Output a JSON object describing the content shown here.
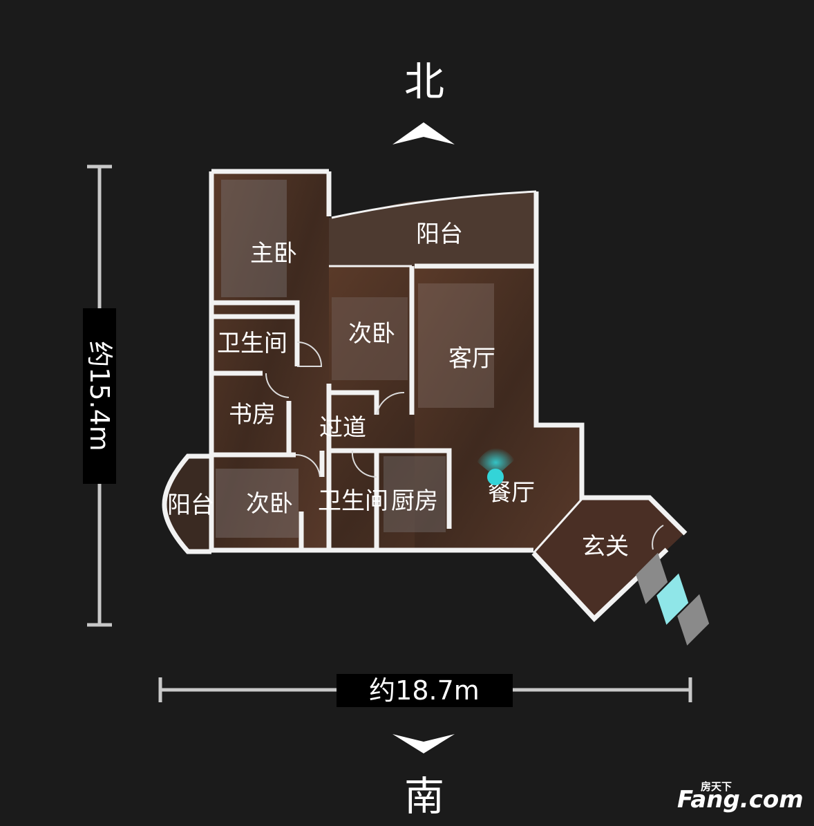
{
  "compass": {
    "north": "北",
    "south": "南"
  },
  "dimensions": {
    "height": "约15.4m",
    "width": "约18.7m"
  },
  "rooms": {
    "master_bedroom": "主卧",
    "balcony_north": "阳台",
    "bathroom_1": "卫生间",
    "second_bedroom_1": "次卧",
    "living_room": "客厅",
    "study": "书房",
    "corridor": "过道",
    "balcony_west": "阳台",
    "second_bedroom_2": "次卧",
    "bathroom_2": "卫生间",
    "kitchen": "厨房",
    "dining_room": "餐厅",
    "foyer": "玄关"
  },
  "logo": {
    "small": "房天下",
    "big": "Fang.com"
  },
  "colors": {
    "background": "#1b1b1b",
    "wall": "#f2f2f2",
    "floor": "#4a3124",
    "camera": "#33d4d8",
    "entry_arrow": "#8fe6e8"
  }
}
